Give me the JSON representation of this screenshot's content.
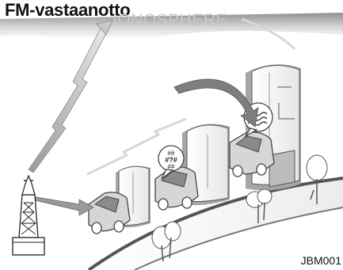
{
  "title": "FM-vastaanotto",
  "ionosphere_label": "IONOSPHERE",
  "figure_code": "JBM001",
  "bubbles": {
    "signal_noise": "? ## # # ##",
    "signal_wavy": "≈"
  },
  "colors": {
    "building_shadow": "#a9a9a9",
    "building_fill": "#f2f2f2",
    "road_dark": "#6e6e6e",
    "arrow": "#7a7a7a"
  }
}
